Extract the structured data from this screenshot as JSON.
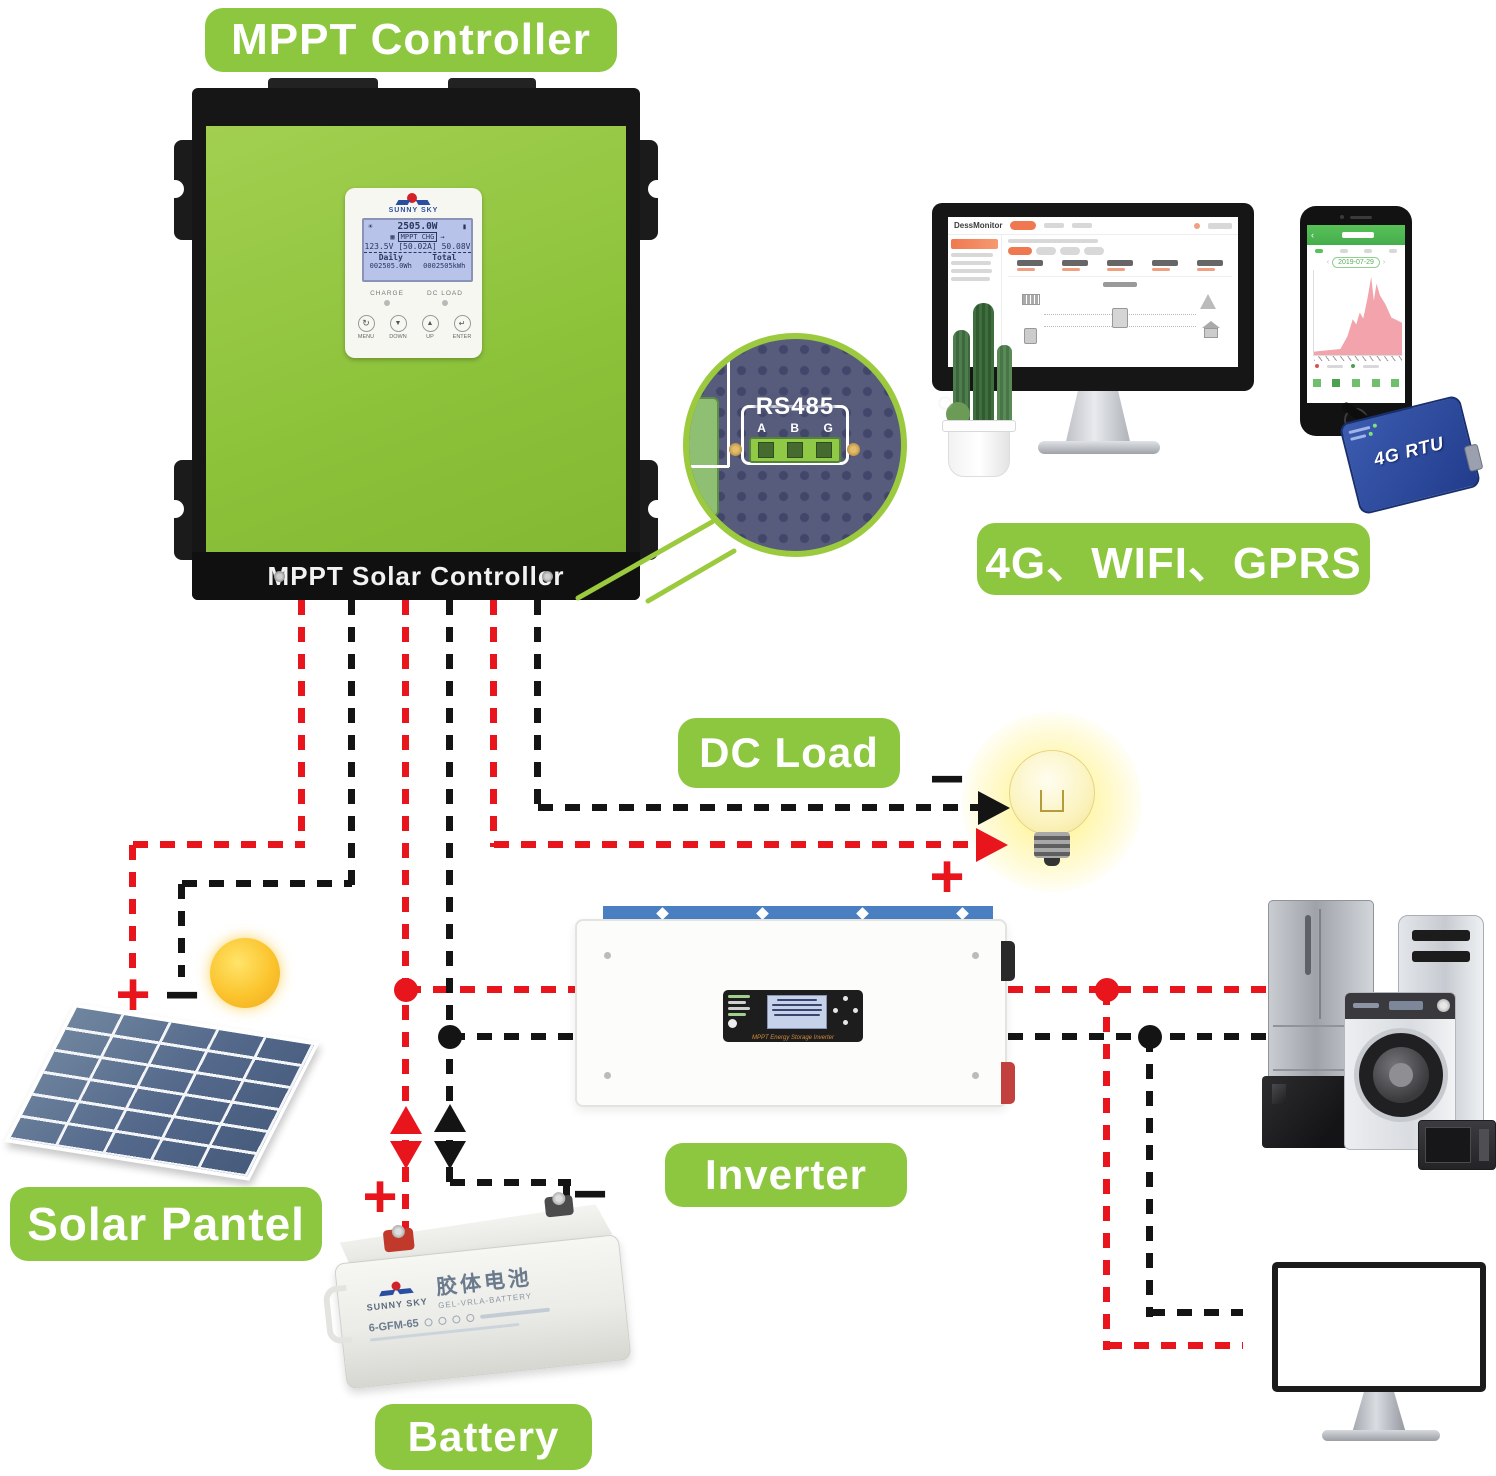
{
  "badges": {
    "mppt": "MPPT Controller",
    "connectivity": "4G、WIFI、GPRS",
    "dc_load": "DC Load",
    "inverter": "Inverter",
    "solar": "Solar Pantel",
    "battery": "Battery"
  },
  "controller": {
    "brand": "SUNNY SKY",
    "bottom_label": "MPPT Solar Controller",
    "lcd": {
      "power": "2505.0W",
      "mode": "MPPT CHG",
      "metrics": "123.5V [50.02A] 50.08V",
      "daily_label": "Daily",
      "total_label": "Total",
      "daily_value": "002505.0Wh",
      "total_value": "0002505kWh"
    },
    "indicators": {
      "charge": "CHARGE",
      "dc_load": "DC LOAD"
    },
    "buttons": [
      "MENU",
      "DOWN",
      "UP",
      "ENTER"
    ],
    "button_glyphs": [
      "↻",
      "▼",
      "▲",
      "↵"
    ]
  },
  "rs485": {
    "title": "RS485",
    "pins": [
      "A",
      "B",
      "G"
    ]
  },
  "monitor": {
    "brand": "DessMonitor"
  },
  "phone": {
    "date": "2019-07-29"
  },
  "rtu": {
    "label": "4G RTU"
  },
  "inverter_device": {
    "caption": "MPPT Energy Storage Inverter"
  },
  "battery_device": {
    "brand": "SUNNY SKY",
    "name_cn": "胶体电池",
    "type": "GEL-VRLA-BATTERY",
    "model": "6-GFM-65"
  },
  "signs": {
    "plus": "+",
    "minus": "−"
  },
  "colors": {
    "green": "#8dc63f",
    "wire_red": "#e8151d",
    "wire_black": "#141414"
  }
}
